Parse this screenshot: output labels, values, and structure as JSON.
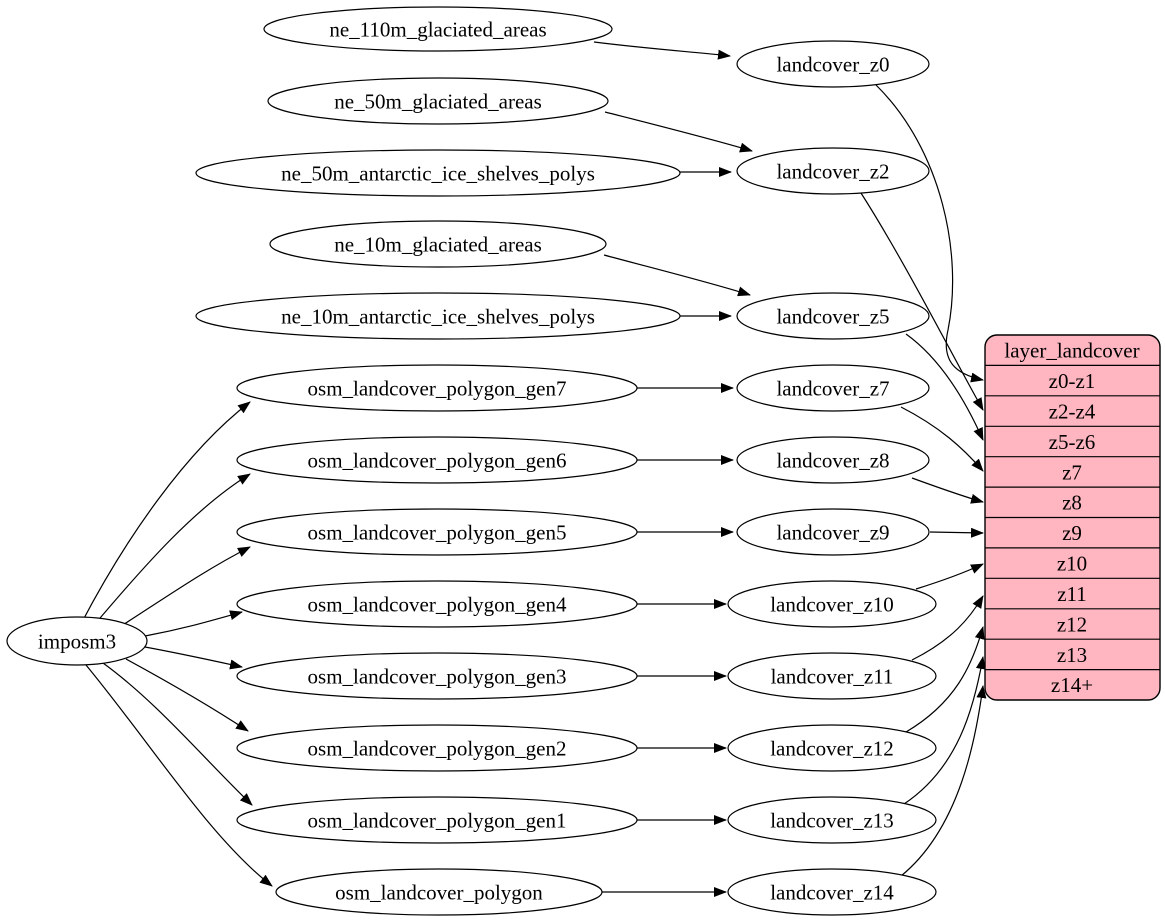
{
  "diagram": {
    "type": "directed-graph",
    "colors": {
      "background": "#ffffff",
      "node_fill": "#ffffff",
      "node_stroke": "#000000",
      "edge_color": "#000000",
      "text_color": "#000000",
      "record_fill": "#ffb6c1"
    },
    "nodes": {
      "imposm3": "imposm3",
      "ne_110m_glaciated_areas": "ne_110m_glaciated_areas",
      "ne_50m_glaciated_areas": "ne_50m_glaciated_areas",
      "ne_50m_antarctic_ice_shelves_polys": "ne_50m_antarctic_ice_shelves_polys",
      "ne_10m_glaciated_areas": "ne_10m_glaciated_areas",
      "ne_10m_antarctic_ice_shelves_polys": "ne_10m_antarctic_ice_shelves_polys",
      "osm_landcover_polygon_gen7": "osm_landcover_polygon_gen7",
      "osm_landcover_polygon_gen6": "osm_landcover_polygon_gen6",
      "osm_landcover_polygon_gen5": "osm_landcover_polygon_gen5",
      "osm_landcover_polygon_gen4": "osm_landcover_polygon_gen4",
      "osm_landcover_polygon_gen3": "osm_landcover_polygon_gen3",
      "osm_landcover_polygon_gen2": "osm_landcover_polygon_gen2",
      "osm_landcover_polygon_gen1": "osm_landcover_polygon_gen1",
      "osm_landcover_polygon": "osm_landcover_polygon",
      "landcover_z0": "landcover_z0",
      "landcover_z2": "landcover_z2",
      "landcover_z5": "landcover_z5",
      "landcover_z7": "landcover_z7",
      "landcover_z8": "landcover_z8",
      "landcover_z9": "landcover_z9",
      "landcover_z10": "landcover_z10",
      "landcover_z11": "landcover_z11",
      "landcover_z12": "landcover_z12",
      "landcover_z13": "landcover_z13",
      "landcover_z14": "landcover_z14"
    },
    "record": {
      "title": "layer_landcover",
      "rows": [
        "z0-z1",
        "z2-z4",
        "z5-z6",
        "z7",
        "z8",
        "z9",
        "z10",
        "z11",
        "z12",
        "z13",
        "z14+"
      ]
    },
    "edges": [
      [
        "ne_110m_glaciated_areas",
        "landcover_z0"
      ],
      [
        "ne_50m_glaciated_areas",
        "landcover_z2"
      ],
      [
        "ne_50m_antarctic_ice_shelves_polys",
        "landcover_z2"
      ],
      [
        "ne_10m_glaciated_areas",
        "landcover_z5"
      ],
      [
        "ne_10m_antarctic_ice_shelves_polys",
        "landcover_z5"
      ],
      [
        "imposm3",
        "osm_landcover_polygon_gen7"
      ],
      [
        "imposm3",
        "osm_landcover_polygon_gen6"
      ],
      [
        "imposm3",
        "osm_landcover_polygon_gen5"
      ],
      [
        "imposm3",
        "osm_landcover_polygon_gen4"
      ],
      [
        "imposm3",
        "osm_landcover_polygon_gen3"
      ],
      [
        "imposm3",
        "osm_landcover_polygon_gen2"
      ],
      [
        "imposm3",
        "osm_landcover_polygon_gen1"
      ],
      [
        "imposm3",
        "osm_landcover_polygon"
      ],
      [
        "osm_landcover_polygon_gen7",
        "landcover_z7"
      ],
      [
        "osm_landcover_polygon_gen6",
        "landcover_z8"
      ],
      [
        "osm_landcover_polygon_gen5",
        "landcover_z9"
      ],
      [
        "osm_landcover_polygon_gen4",
        "landcover_z10"
      ],
      [
        "osm_landcover_polygon_gen3",
        "landcover_z11"
      ],
      [
        "osm_landcover_polygon_gen2",
        "landcover_z12"
      ],
      [
        "osm_landcover_polygon_gen1",
        "landcover_z13"
      ],
      [
        "osm_landcover_polygon",
        "landcover_z14"
      ],
      [
        "landcover_z0",
        "layer_landcover:z0-z1"
      ],
      [
        "landcover_z2",
        "layer_landcover:z2-z4"
      ],
      [
        "landcover_z5",
        "layer_landcover:z5-z6"
      ],
      [
        "landcover_z7",
        "layer_landcover:z7"
      ],
      [
        "landcover_z8",
        "layer_landcover:z8"
      ],
      [
        "landcover_z9",
        "layer_landcover:z9"
      ],
      [
        "landcover_z10",
        "layer_landcover:z10"
      ],
      [
        "landcover_z11",
        "layer_landcover:z11"
      ],
      [
        "landcover_z12",
        "layer_landcover:z12"
      ],
      [
        "landcover_z13",
        "layer_landcover:z13"
      ],
      [
        "landcover_z14",
        "layer_landcover:z14+"
      ]
    ]
  }
}
